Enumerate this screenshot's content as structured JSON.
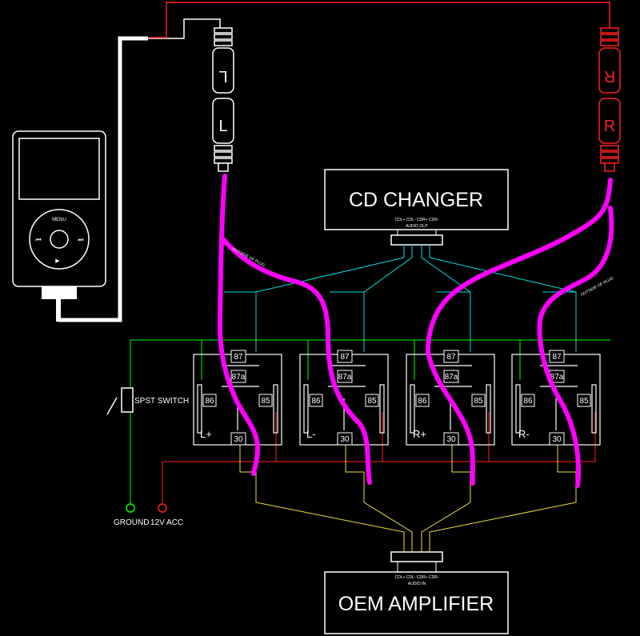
{
  "colors": {
    "background": "#000000",
    "outline": "#ffffff",
    "left_channel": "#ffffff",
    "right_channel": "#ff0000",
    "signal_input": "#00e0e0",
    "signal_output": "#f0e040",
    "ground": "#00ff00",
    "power": "#ff2020",
    "annotation": "#ff00ff"
  },
  "device": {
    "menu_label": "MENU",
    "prev_glyph": "⏮",
    "next_glyph": "⏭",
    "play_glyph": "▶"
  },
  "plugs": {
    "left": {
      "letter_mirror": "L",
      "letter": "L"
    },
    "right": {
      "letter_mirror": "R",
      "letter": "R"
    }
  },
  "cd_changer": {
    "title": "CD CHANGER",
    "pins": "CDL+ CDL- CDR+ CDR-",
    "sub": "AUDIO OUT"
  },
  "amplifier": {
    "title": "OEM AMPLIFIER",
    "pins": "CDL+ CDL- CDR+ CDR-",
    "sub": "AUDIO IN"
  },
  "relays": [
    {
      "name": "L+",
      "pin_87": "87",
      "pin_87a": "87a",
      "pin_86": "86",
      "pin_85": "85",
      "pin_30": "30"
    },
    {
      "name": "L-",
      "pin_87": "87",
      "pin_87a": "87a",
      "pin_86": "86",
      "pin_85": "85",
      "pin_30": "30"
    },
    {
      "name": "R+",
      "pin_87": "87",
      "pin_87a": "87a",
      "pin_86": "86",
      "pin_85": "85",
      "pin_30": "30"
    },
    {
      "name": "R-",
      "pin_87": "87",
      "pin_87a": "87a",
      "pin_86": "86",
      "pin_85": "85",
      "pin_30": "30"
    }
  ],
  "switch_label": "SPST SWITCH",
  "terminals": {
    "ground": "GROUND",
    "acc": "12V ACC"
  },
  "annotations": {
    "left_plug_side": "OUTSIDE OF PLUG",
    "right_plug_side": "OUTSIDE OF PLUG"
  },
  "icons": [
    "music-player-icon",
    "rca-plug-icon",
    "relay-icon",
    "switch-icon",
    "terminal-icon"
  ]
}
